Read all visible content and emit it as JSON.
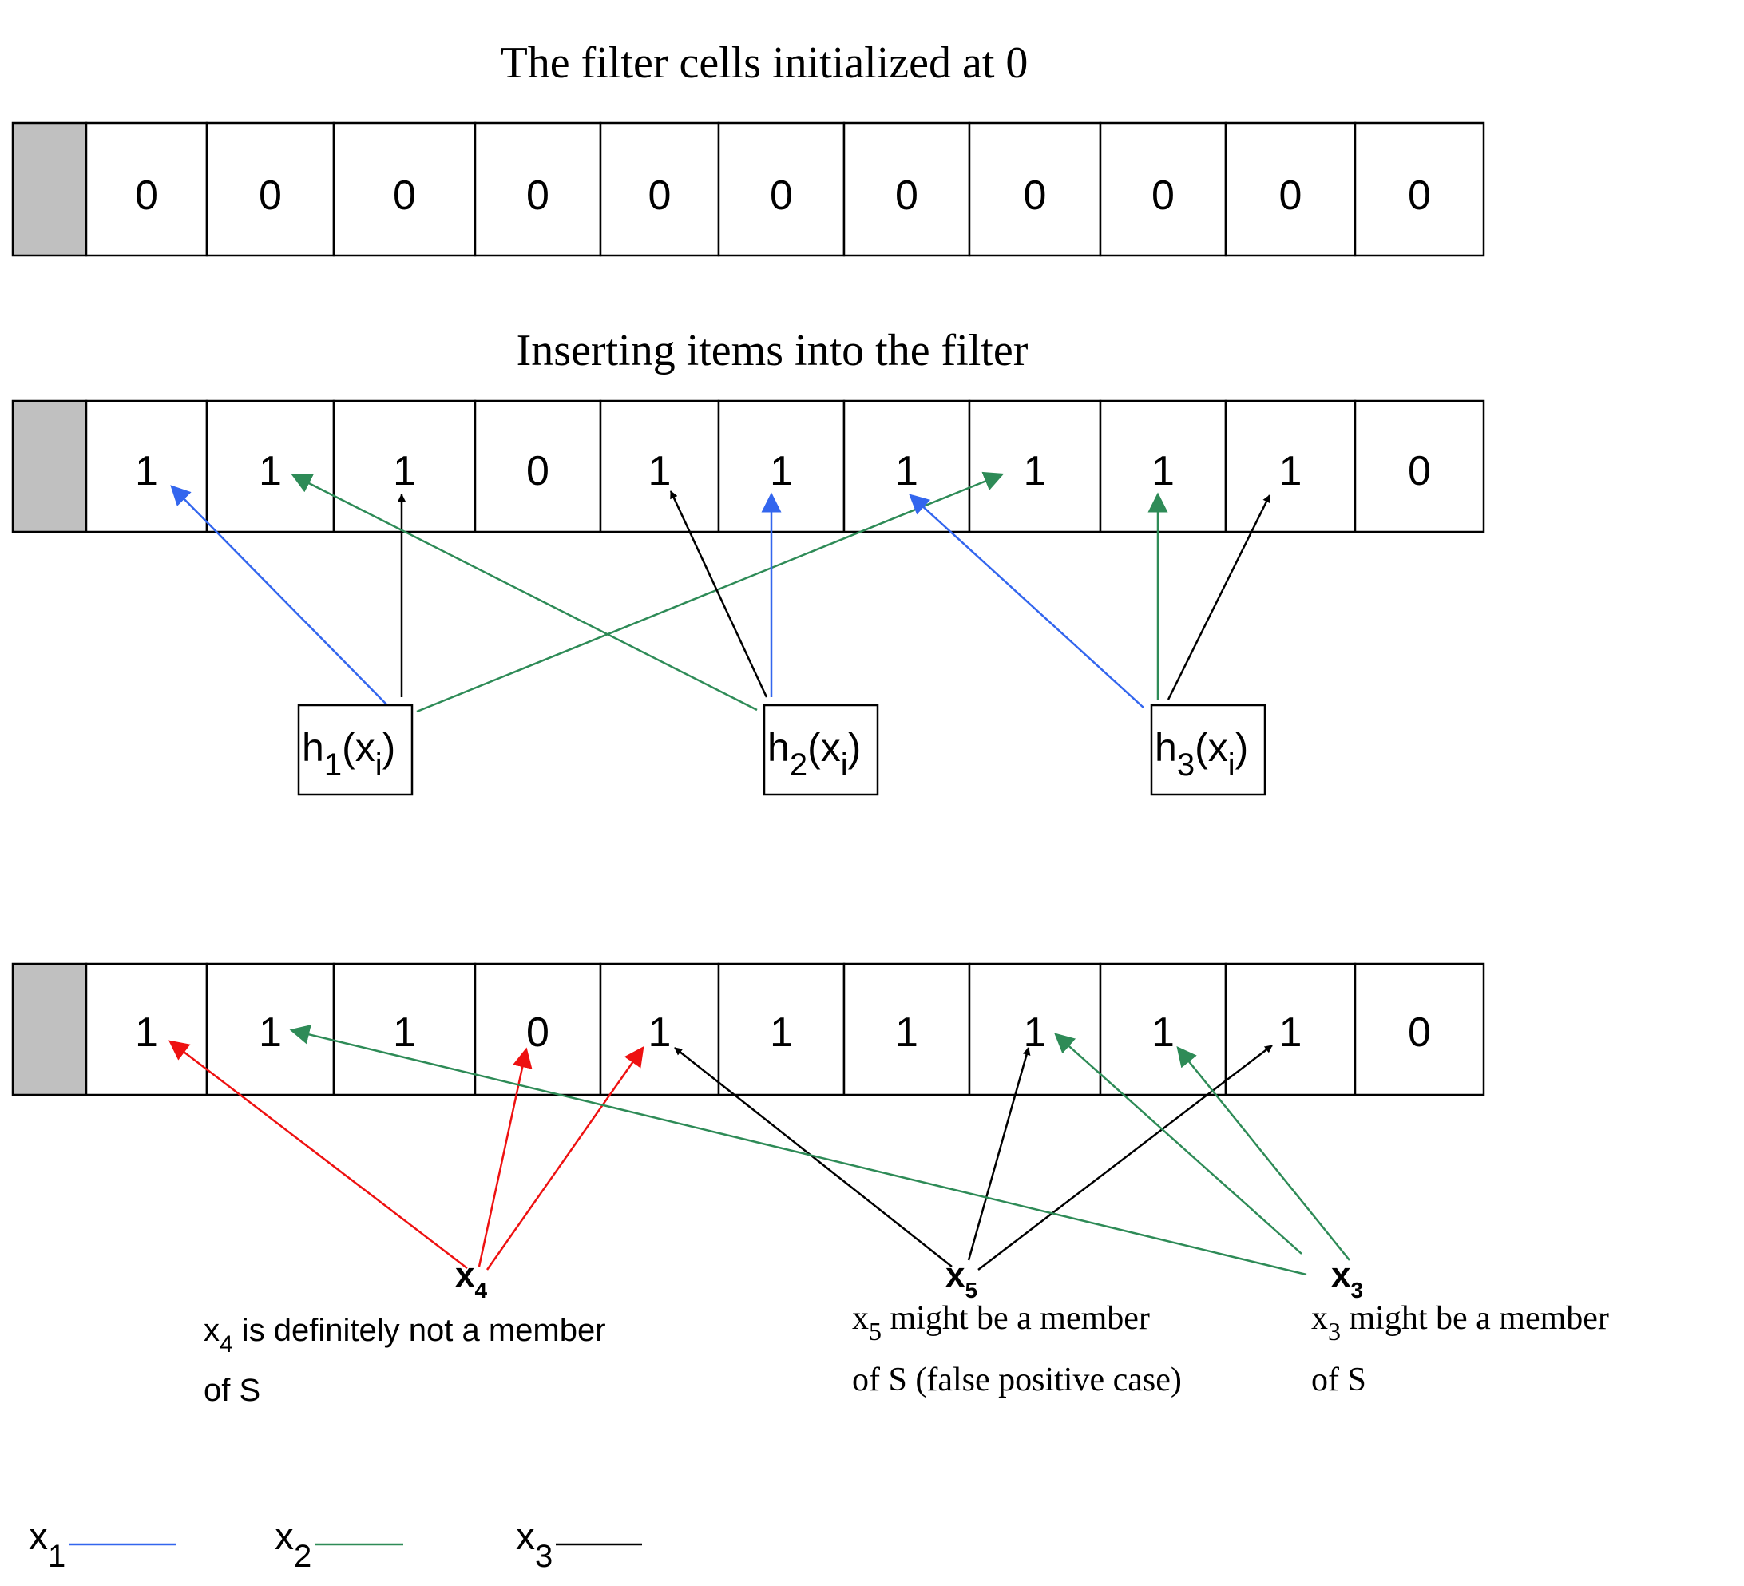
{
  "titles": {
    "init": "The filter cells initialized at 0",
    "insert": "Inserting items into the filter"
  },
  "rows": {
    "init": [
      "0",
      "0",
      "0",
      "0",
      "0",
      "0",
      "0",
      "0",
      "0",
      "0",
      "0"
    ],
    "insert": [
      "1",
      "1",
      "1",
      "0",
      "1",
      "1",
      "1",
      "1",
      "1",
      "1",
      "0"
    ],
    "query": [
      "1",
      "1",
      "1",
      "0",
      "1",
      "1",
      "1",
      "1",
      "1",
      "1",
      "0"
    ]
  },
  "hashes": [
    {
      "base": "h",
      "sub": "1",
      "arg_base": "x",
      "arg_sub": "i"
    },
    {
      "base": "h",
      "sub": "2",
      "arg_base": "x",
      "arg_sub": "i"
    },
    {
      "base": "h",
      "sub": "3",
      "arg_base": "x",
      "arg_sub": "i"
    }
  ],
  "queries": [
    {
      "base": "x",
      "sub": "4",
      "desc_line1_base": "x",
      "desc_line1_sub": "4",
      "desc_line1_rest": " is definitely not a member",
      "desc_line2": "of S"
    },
    {
      "base": "x",
      "sub": "5",
      "desc_line1_base": "x",
      "desc_line1_sub": "5",
      "desc_line1_rest": " might be a member",
      "desc_line2": "of S (false positive case)"
    },
    {
      "base": "x",
      "sub": "3",
      "desc_line1_base": "x",
      "desc_line1_sub": "3",
      "desc_line1_rest": " might be a member",
      "desc_line2": "of S"
    }
  ],
  "legend": [
    {
      "base": "x",
      "sub": "1",
      "color": "#3366ee"
    },
    {
      "base": "x",
      "sub": "2",
      "color": "#2e8b57"
    },
    {
      "base": "x",
      "sub": "3",
      "color": "#000000"
    }
  ],
  "colors": {
    "blue": "#3366ee",
    "green": "#2e8b57",
    "black": "#000000",
    "red": "#ee1111",
    "header_cell": "#c0c0c0"
  }
}
